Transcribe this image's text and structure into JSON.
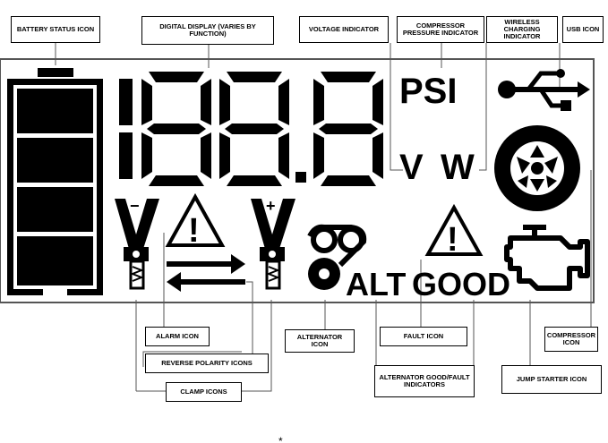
{
  "lcd": {
    "digits": "188.8",
    "unit_psi": "PSI",
    "unit_v": "V",
    "unit_w": "W",
    "alt_text": "ALT",
    "good_text": "GOOD",
    "clamp_neg_sign": "−",
    "clamp_pos_sign": "+",
    "alarm_mark": "!",
    "fault_mark": "!"
  },
  "callouts": {
    "battery_status": "BATTERY STATUS ICON",
    "digital_display": "DIGITAL DISPLAY (VARIES BY FUNCTION)",
    "voltage": "VOLTAGE INDICATOR",
    "compressor_pressure": "COMPRESSOR PRESSURE INDICATOR",
    "wireless_charging": "WIRELESS CHARGING INDICATOR",
    "usb": "USB ICON",
    "alarm": "ALARM ICON",
    "reverse_polarity": "REVERSE POLARITY ICONS",
    "clamp": "CLAMP ICONS",
    "alternator": "ALTERNATOR ICON",
    "fault": "FAULT ICON",
    "alt_good_fault": "ALTERNATOR GOOD/FAULT INDICATORS",
    "compressor": "COMPRESSOR ICON",
    "jump_starter": "JUMP STARTER ICON"
  },
  "footer_mark": "*"
}
